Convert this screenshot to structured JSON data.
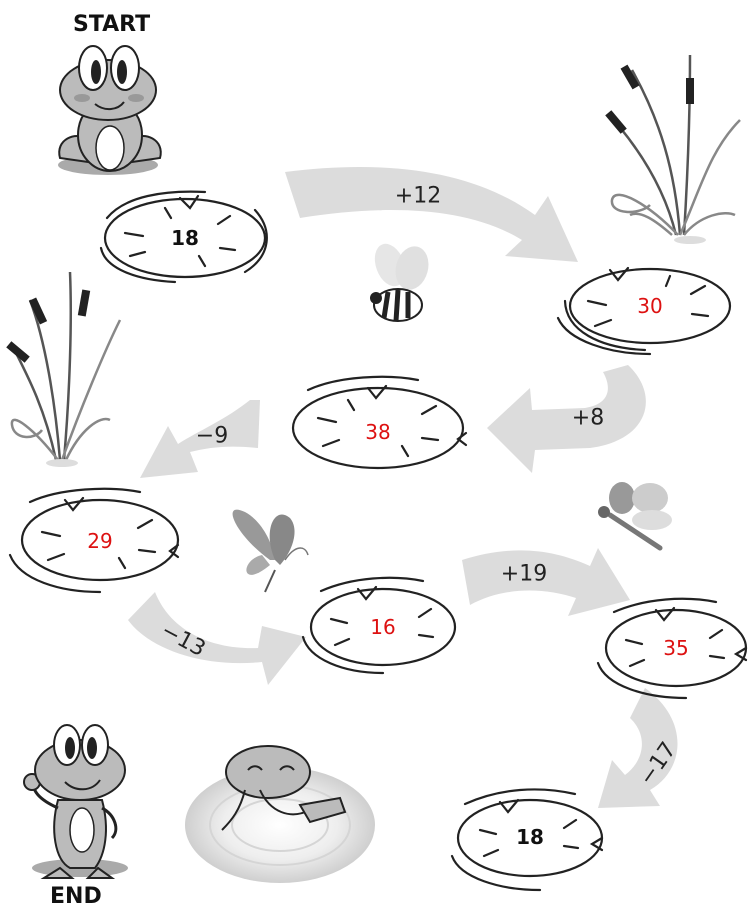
{
  "labels": {
    "start": "START",
    "end": "END"
  },
  "colors": {
    "answer": "#dd1111",
    "given": "#111111",
    "arrow": "#dcdcdc",
    "ink": "#222222"
  },
  "pads": [
    {
      "value": "18",
      "kind": "given"
    },
    {
      "value": "30",
      "kind": "answer"
    },
    {
      "value": "38",
      "kind": "answer"
    },
    {
      "value": "29",
      "kind": "answer"
    },
    {
      "value": "16",
      "kind": "answer"
    },
    {
      "value": "35",
      "kind": "answer"
    },
    {
      "value": "18",
      "kind": "given"
    }
  ],
  "operations": [
    "+12",
    "+8",
    "−9",
    "−13",
    "+19",
    "−17"
  ],
  "decorations": [
    "frog-start-icon",
    "cattail-icon",
    "bee-icon",
    "butterfly-icon",
    "dragonfly-icon",
    "frog-swimming-icon",
    "frog-end-icon"
  ]
}
